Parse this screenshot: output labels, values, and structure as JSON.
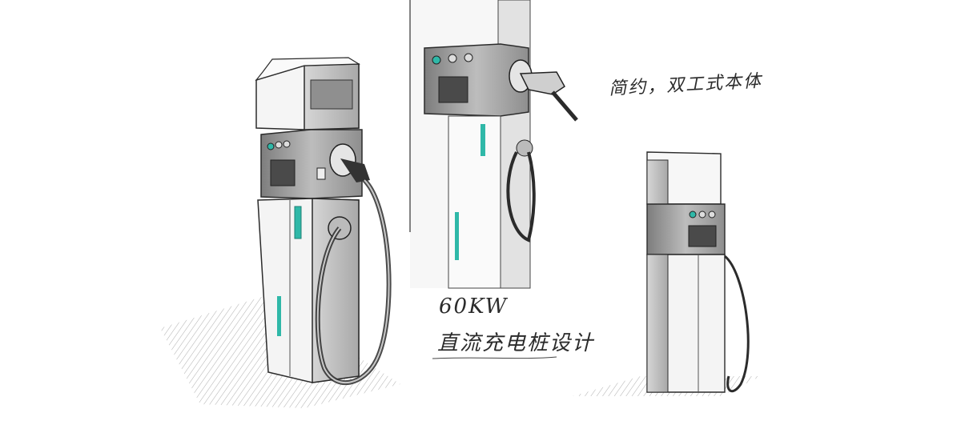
{
  "annotations": {
    "style_note": "简约，双工式本体",
    "power_rating": "60KW",
    "design_title": "直流充电桩设计"
  },
  "colors": {
    "background": "#ffffff",
    "body_white": "#f4f4f4",
    "panel_gray": "#9a9a9a",
    "accent_teal": "#2fb8a8",
    "pencil": "#2b2b2b",
    "screen": "#4a4a4a"
  }
}
